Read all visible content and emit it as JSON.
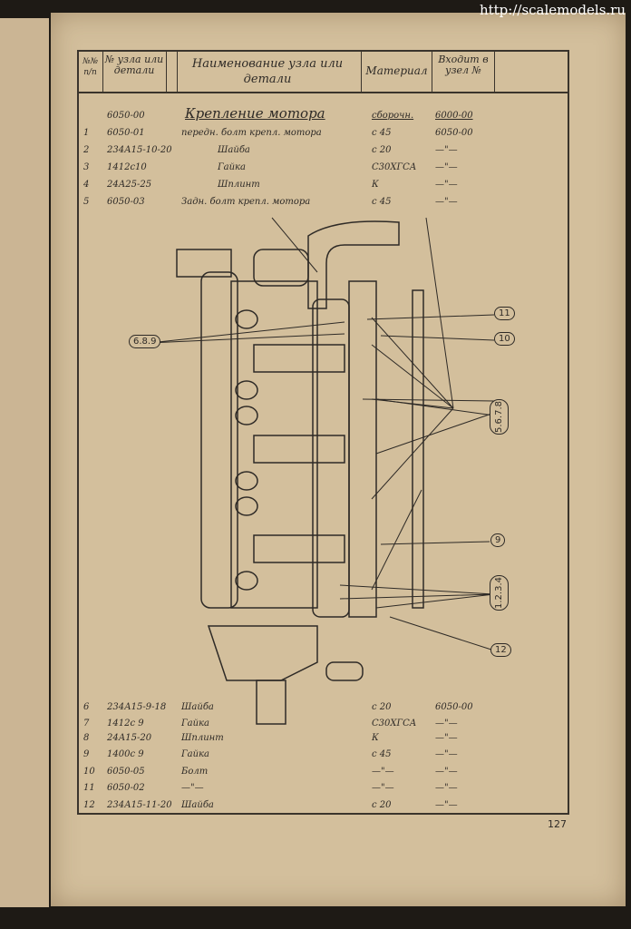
{
  "watermark": "http://scalemodels.ru",
  "header": {
    "num": "№№ п/п",
    "code": "№ узла или детали",
    "name": "Наименование узла или детали",
    "material": "Материал",
    "assembly": "Входит в узел №"
  },
  "assembly_row": {
    "code": "6050-00",
    "name": "Крепление мотора",
    "material": "сборочн.",
    "assembly": "6000-00"
  },
  "top_rows": [
    {
      "num": "1",
      "code": "6050-01",
      "name": "передн. болт крепл. мотора",
      "material": "с 45",
      "assembly": "6050-00"
    },
    {
      "num": "2",
      "code": "234А15-10-20",
      "name": "Шайба",
      "material": "с 20",
      "assembly": "—\"—"
    },
    {
      "num": "3",
      "code": "1412с10",
      "name": "Гайка",
      "material": "С30ХГСА",
      "assembly": "—\"—"
    },
    {
      "num": "4",
      "code": "24А25-25",
      "name": "Шплинт",
      "material": "К",
      "assembly": "—\"—"
    },
    {
      "num": "5",
      "code": "6050-03",
      "name": "Задн. болт крепл. мотора",
      "material": "с 45",
      "assembly": "—\"—"
    }
  ],
  "bottom_rows": [
    {
      "num": "6",
      "code": "234А15-9-18",
      "name": "Шайба",
      "material": "с 20",
      "assembly": "6050-00"
    },
    {
      "num": "7",
      "code": "1412с 9",
      "name": "Гайка",
      "material": "С30ХГСА",
      "assembly": "—\"—"
    },
    {
      "num": "8",
      "code": "24А15-20",
      "name": "Шплинт",
      "material": "К",
      "assembly": "—\"—"
    },
    {
      "num": "9",
      "code": "1400с 9",
      "name": "Гайка",
      "material": "с 45",
      "assembly": "—\"—"
    },
    {
      "num": "10",
      "code": "6050-05",
      "name": "Болт",
      "material": "—\"—",
      "assembly": "—\"—"
    },
    {
      "num": "11",
      "code": "6050-02",
      "name": "—\"—",
      "material": "—\"—",
      "assembly": "—\"—"
    },
    {
      "num": "12",
      "code": "234А15-11-20",
      "name": "Шайба",
      "material": "с 20",
      "assembly": "—\"—"
    }
  ],
  "callouts": {
    "c689": "6.8.9",
    "c11": "11",
    "c10": "10",
    "c5678": "5.6.7.8",
    "c9": "9",
    "c1234": "1.2.3.4",
    "c12": "12"
  },
  "page_number": "127"
}
